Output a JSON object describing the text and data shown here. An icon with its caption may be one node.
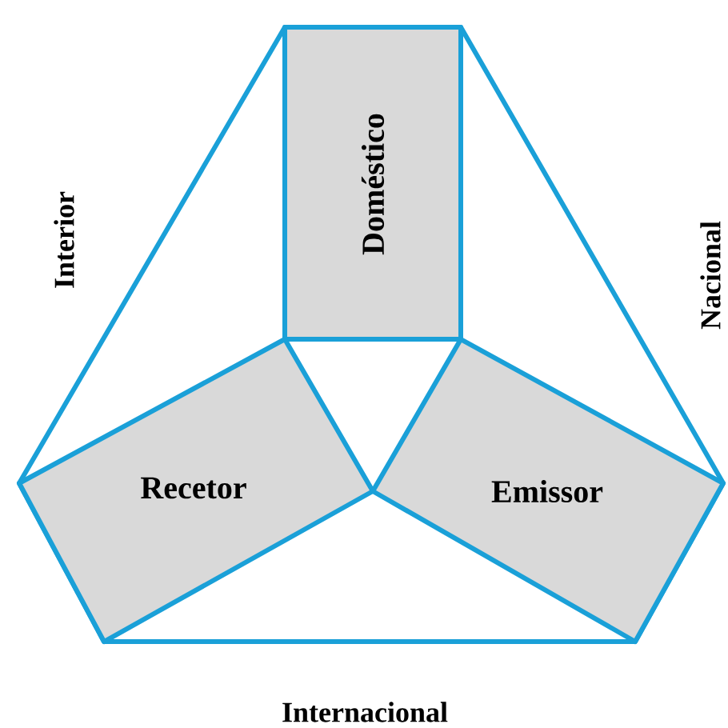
{
  "diagram": {
    "nodes": [
      {
        "text": [
          "Doméstico"
        ]
      },
      {
        "text": [
          "Recetor"
        ]
      },
      {
        "text": [
          "Emissor"
        ]
      }
    ],
    "labels": [
      "Interior",
      "Nacional",
      "Internacional"
    ]
  }
}
